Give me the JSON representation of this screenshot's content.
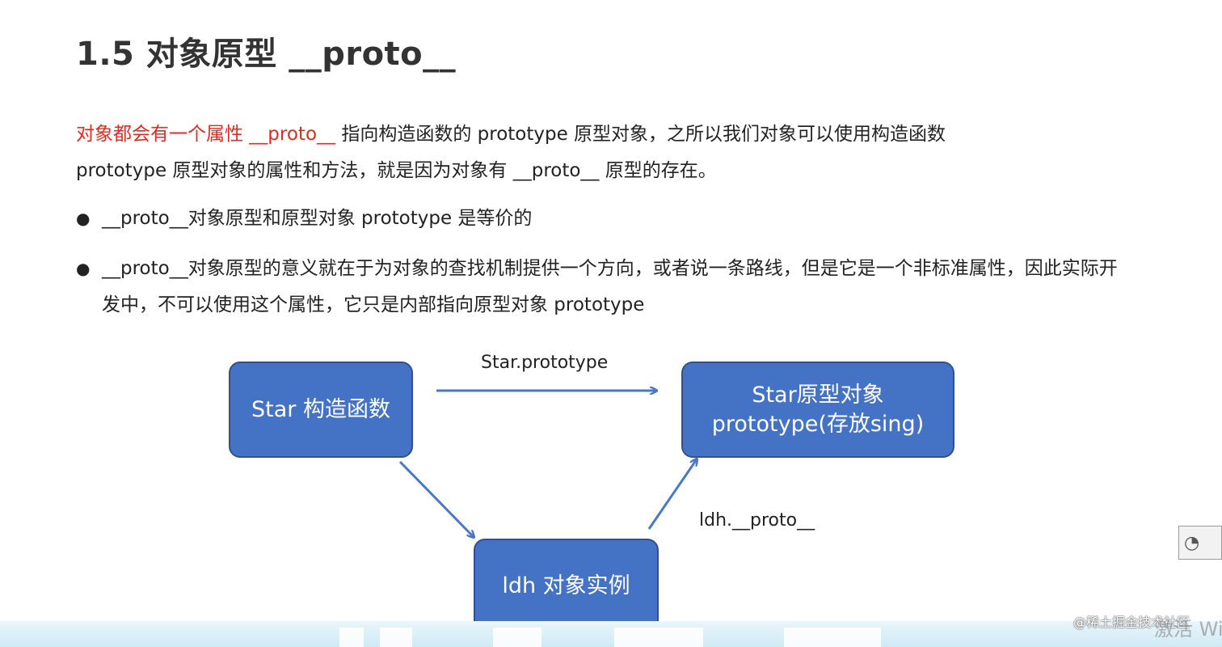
{
  "slide": {
    "title": "1.5 对象原型 __proto__",
    "intro": {
      "highlight": "对象都会有一个属性 __proto__",
      "rest_line1": "指向构造函数的 prototype 原型对象，之所以我们对象可以使用构造函数",
      "line2": "prototype 原型对象的属性和方法，就是因为对象有 __proto__ 原型的存在。"
    },
    "bullets": [
      {
        "text": "__proto__对象原型和原型对象 prototype 是等价的"
      },
      {
        "text": "__proto__对象原型的意义就在于为对象的查找机制提供一个方向，或者说一条路线，但是它是一个非标准属性，因此实际开发中，不可以使用这个属性，它只是内部指向原型对象 prototype"
      }
    ],
    "diagram": {
      "constructor_box": "Star 构造函数",
      "prototype_box": "Star原型对象 prototype(存放sing)",
      "instance_box": "ldh 对象实例",
      "label_prototype": "Star.prototype",
      "label_proto": "ldh.__proto__"
    }
  },
  "overlay": {
    "watermark": "@稀土掘金技术社区",
    "activate": "激活 Wi"
  },
  "colors": {
    "accent_red": "#e02b20",
    "box_fill": "#4472c4",
    "box_border": "#2f528f",
    "arrow": "#4a78c8"
  }
}
